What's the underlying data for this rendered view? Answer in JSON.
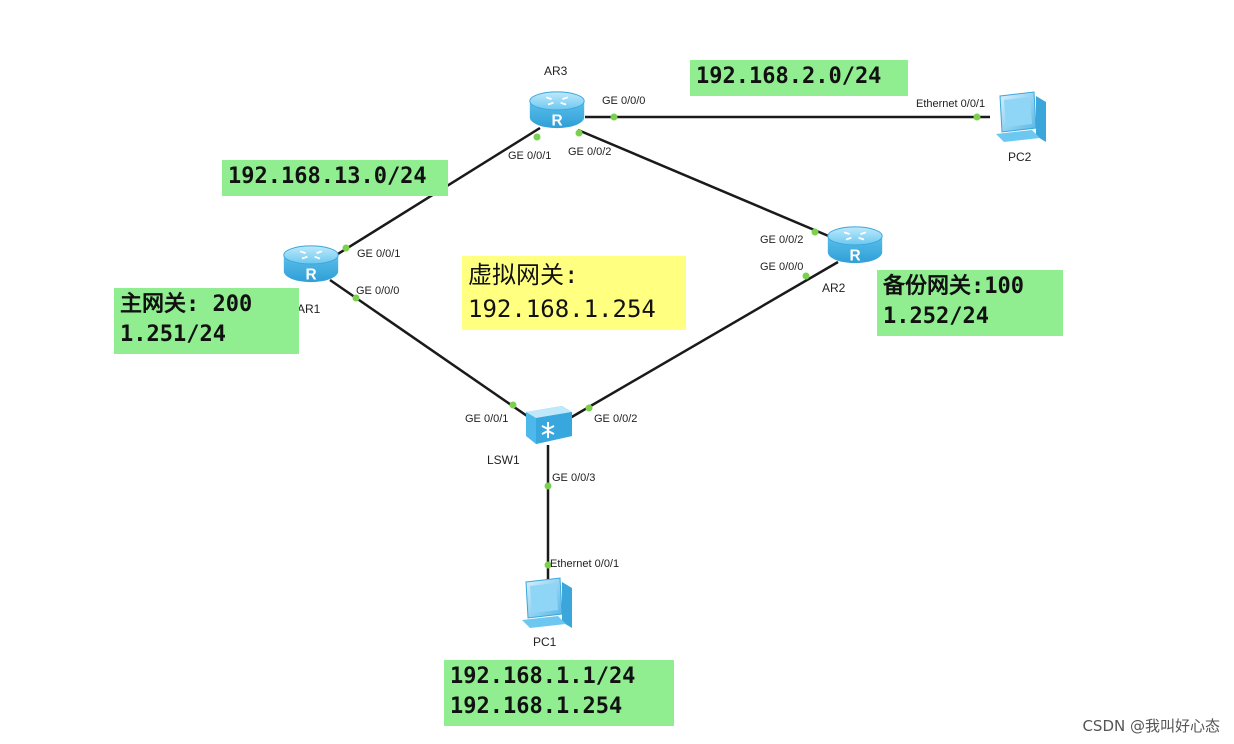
{
  "devices": {
    "ar1": {
      "label": "AR1",
      "icon": "router-icon"
    },
    "ar2": {
      "label": "AR2",
      "icon": "router-icon"
    },
    "ar3": {
      "label": "AR3",
      "icon": "router-icon"
    },
    "lsw1": {
      "label": "LSW1",
      "icon": "switch-icon"
    },
    "pc1": {
      "label": "PC1",
      "icon": "pc-icon"
    },
    "pc2": {
      "label": "PC2",
      "icon": "pc-icon"
    }
  },
  "ports": {
    "ar3_g000": "GE 0/0/0",
    "ar3_g001": "GE 0/0/1",
    "ar3_g002": "GE 0/0/2",
    "pc2_eth": "Ethernet 0/0/1",
    "ar1_g001": "GE 0/0/1",
    "ar1_g000": "GE 0/0/0",
    "ar2_g002": "GE 0/0/2",
    "ar2_g000": "GE 0/0/0",
    "lsw1_g001": "GE 0/0/1",
    "lsw1_g002": "GE 0/0/2",
    "lsw1_g003": "GE 0/0/3",
    "pc1_eth": "Ethernet 0/0/1"
  },
  "notes": {
    "net_2": "192.168.2.0/24",
    "net_13": "192.168.13.0/24",
    "vip_line1": "虚拟网关:",
    "vip_line2": "192.168.1.254",
    "master_line1": "主网关: 200",
    "master_line2": "1.251/24",
    "backup_line1": "备份网关:100",
    "backup_line2": "1.252/24",
    "pc1_line1": "192.168.1.1/24",
    "pc1_line2": "192.168.1.254"
  },
  "colors": {
    "note_green": "#90ee90",
    "note_yellow": "#ffff80",
    "link": "#1a1a1a",
    "port_dot": "#7cd14c",
    "device_blue": "#4cb8ec"
  },
  "watermark": "CSDN @我叫好心态"
}
